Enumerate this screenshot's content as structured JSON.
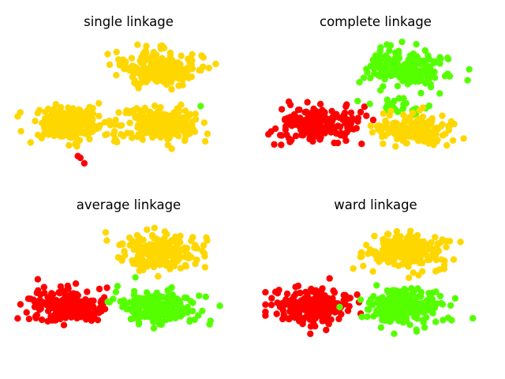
{
  "chart_data": [
    {
      "type": "scatter",
      "title": "single linkage",
      "axes_visible": false,
      "xlim": [
        -3,
        3
      ],
      "ylim": [
        -3,
        3
      ],
      "clusters": [
        {
          "color": "#FFD700",
          "cx": -1.6,
          "cy": -0.6,
          "sx": 0.52,
          "sy": 0.34,
          "n": 220
        },
        {
          "color": "#FFD700",
          "cx": 0.8,
          "cy": 1.6,
          "sx": 0.52,
          "sy": 0.34,
          "n": 220
        },
        {
          "color": "#FFD700",
          "cx": 0.8,
          "cy": -0.6,
          "sx": 0.52,
          "sy": 0.34,
          "n": 220
        },
        {
          "color": "#FF0000",
          "cx": -1.3,
          "cy": -2.0,
          "sx": 0.1,
          "sy": 0.06,
          "n": 3
        },
        {
          "color": "#55FF00",
          "cx": 1.9,
          "cy": 0.1,
          "sx": 0.02,
          "sy": 0.02,
          "n": 1
        }
      ]
    },
    {
      "type": "scatter",
      "title": "complete linkage",
      "axes_visible": false,
      "xlim": [
        -3,
        3
      ],
      "ylim": [
        -3,
        3
      ],
      "clusters": [
        {
          "color": "#FF0000",
          "cx": -1.6,
          "cy": -0.6,
          "sx": 0.52,
          "sy": 0.34,
          "n": 220
        },
        {
          "color": "#55FF00",
          "cx": 0.8,
          "cy": 1.6,
          "sx": 0.52,
          "sy": 0.34,
          "n": 220
        },
        {
          "color": "#55FF00",
          "cx": 0.6,
          "cy": 0.1,
          "sx": 0.35,
          "sy": 0.2,
          "n": 30
        },
        {
          "color": "#FFD700",
          "cx": 1.0,
          "cy": -0.8,
          "sx": 0.5,
          "sy": 0.3,
          "n": 190
        }
      ]
    },
    {
      "type": "scatter",
      "title": "average linkage",
      "axes_visible": false,
      "xlim": [
        -3,
        3
      ],
      "ylim": [
        -3,
        3
      ],
      "clusters": [
        {
          "color": "#FF0000",
          "cx": -1.6,
          "cy": -0.6,
          "sx": 0.52,
          "sy": 0.34,
          "n": 220
        },
        {
          "color": "#FFD700",
          "cx": 0.8,
          "cy": 1.6,
          "sx": 0.52,
          "sy": 0.34,
          "n": 220
        },
        {
          "color": "#55FF00",
          "cx": 0.8,
          "cy": -0.6,
          "sx": 0.52,
          "sy": 0.34,
          "n": 220
        }
      ]
    },
    {
      "type": "scatter",
      "title": "ward linkage",
      "axes_visible": false,
      "xlim": [
        -3,
        3
      ],
      "ylim": [
        -3,
        3
      ],
      "clusters": [
        {
          "color": "#FF0000",
          "cx": -1.6,
          "cy": -0.6,
          "sx": 0.52,
          "sy": 0.34,
          "n": 220
        },
        {
          "color": "#FFD700",
          "cx": 0.8,
          "cy": 1.6,
          "sx": 0.52,
          "sy": 0.34,
          "n": 220
        },
        {
          "color": "#55FF00",
          "cx": 0.8,
          "cy": -0.6,
          "sx": 0.52,
          "sy": 0.34,
          "n": 220
        }
      ]
    }
  ]
}
